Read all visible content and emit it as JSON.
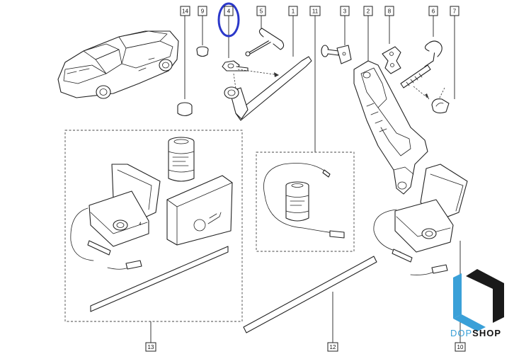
{
  "callouts": [
    {
      "id": "14",
      "label": "14"
    },
    {
      "id": "9",
      "label": "9"
    },
    {
      "id": "4",
      "label": "4"
    },
    {
      "id": "5",
      "label": "5"
    },
    {
      "id": "1",
      "label": "1"
    },
    {
      "id": "11",
      "label": "11"
    },
    {
      "id": "3",
      "label": "3"
    },
    {
      "id": "2",
      "label": "2"
    },
    {
      "id": "8",
      "label": "8"
    },
    {
      "id": "6",
      "label": "6"
    },
    {
      "id": "7",
      "label": "7"
    },
    {
      "id": "13",
      "label": "13"
    },
    {
      "id": "12",
      "label": "12"
    },
    {
      "id": "10",
      "label": "10"
    }
  ],
  "highlight": {
    "callout": "4",
    "color": "#2b38c9"
  },
  "brand": {
    "part1": "DOP",
    "part2": "SHOP",
    "color_primary": "#3aa0d8",
    "color_secondary": "#111111"
  }
}
